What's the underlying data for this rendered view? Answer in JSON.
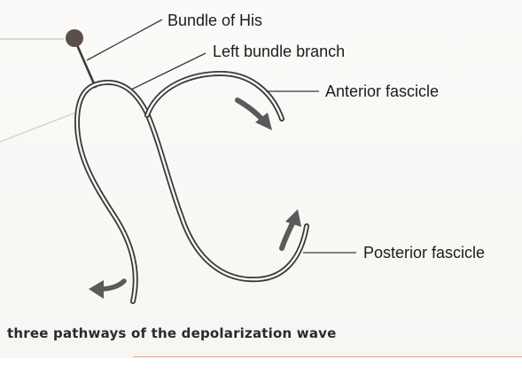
{
  "labels": {
    "bundle_of_his": "Bundle of His",
    "left_bundle_branch": "Left bundle branch",
    "anterior_fascicle": "Anterior fascicle",
    "posterior_fascicle": "Posterior fascicle"
  },
  "caption": "three pathways of the depolarization wave",
  "colors": {
    "line": "#3a3a3a",
    "arrow": "#5a5a5a",
    "node": "#5b4f4a",
    "caption_rule": "#e0a9a0"
  }
}
